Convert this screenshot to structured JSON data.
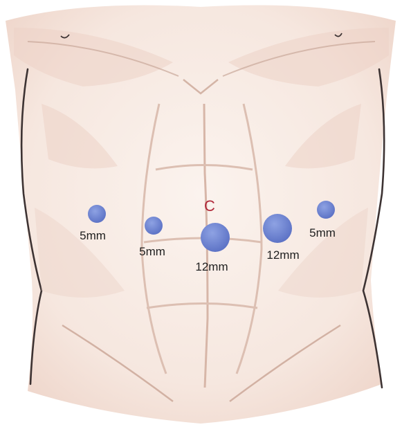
{
  "diagram": {
    "camera_port_label": "C",
    "ports": [
      {
        "id": "far-left",
        "size_label": "5mm"
      },
      {
        "id": "inner-left",
        "size_label": "5mm"
      },
      {
        "id": "center",
        "size_label": "12mm"
      },
      {
        "id": "inner-right",
        "size_label": "12mm"
      },
      {
        "id": "far-right",
        "size_label": "5mm"
      }
    ]
  },
  "colors": {
    "skin": "#f6e9e2",
    "skin_shadow": "#e6c9bd",
    "outline": "#3d3333",
    "port_fill": "#6f87d4",
    "camera_label": "#b0293a"
  }
}
